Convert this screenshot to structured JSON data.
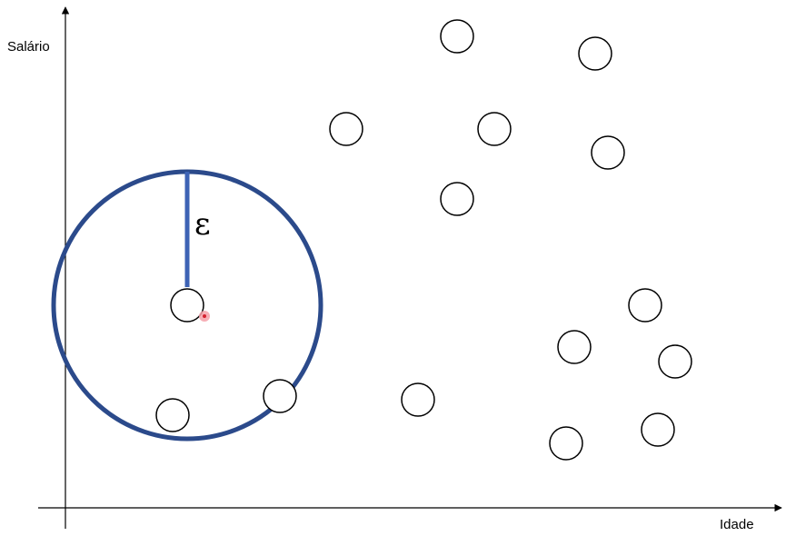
{
  "axes": {
    "x_label": "Idade",
    "y_label": "Salário",
    "axis_color": "#000000"
  },
  "neighborhood": {
    "radius_symbol": "ε",
    "circle_color": "#2b4a8b",
    "radius_color": "#3d63b5"
  },
  "points": [
    {
      "id": "core"
    },
    {
      "id": "neighbor-1"
    },
    {
      "id": "neighbor-2"
    },
    {
      "id": "p-1"
    },
    {
      "id": "p-2"
    },
    {
      "id": "p-3"
    },
    {
      "id": "p-4"
    },
    {
      "id": "p-5"
    },
    {
      "id": "p-6"
    },
    {
      "id": "p-7"
    },
    {
      "id": "p-8"
    },
    {
      "id": "p-9"
    },
    {
      "id": "p-10"
    },
    {
      "id": "p-11"
    },
    {
      "id": "p-12"
    },
    {
      "id": "p-13"
    }
  ],
  "cursor": {
    "color": "#d6212f"
  }
}
